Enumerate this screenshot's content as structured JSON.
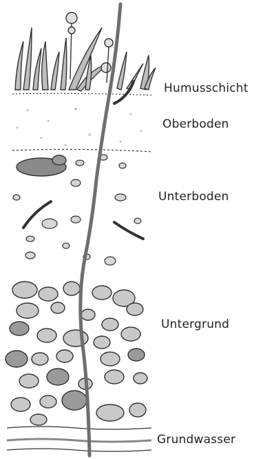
{
  "labels": {
    "humus": "Humusschicht",
    "oberboden": "Oberboden",
    "unterboden": "Unterboden",
    "untergrund": "Untergrund",
    "grundwasser": "Grundwasser"
  },
  "colors": {
    "line": "#333333",
    "root": "#6e6e6e",
    "stone_fill": "#c9c9c9",
    "stone_dark": "#9a9a9a",
    "speckle": "#b5b5b5",
    "water": "#c4c4c4"
  }
}
